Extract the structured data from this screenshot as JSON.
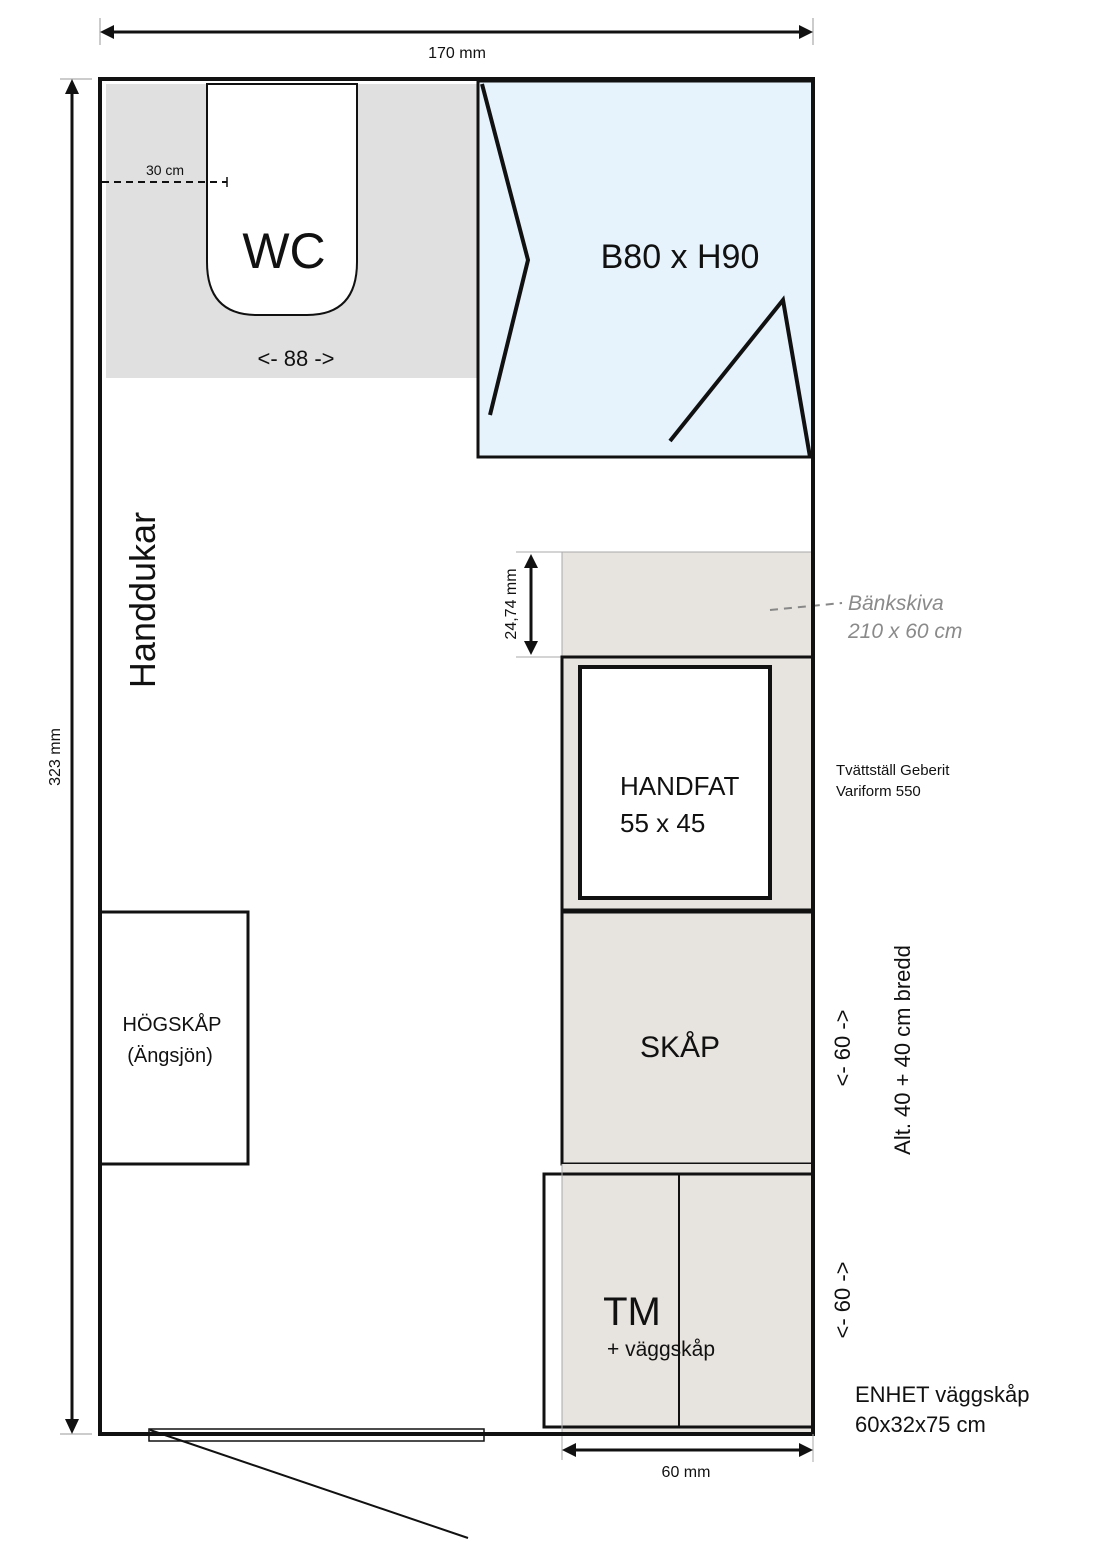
{
  "title": "Badrum planritning",
  "dimensions": {
    "width_top": "170 mm",
    "height_left": "323 mm",
    "counter_depth": "24,74 mm",
    "cabinet_width_bottom": "60 mm",
    "wc_wall_distance": "30 cm",
    "wc_width": "<- 88 ->",
    "skap_width": "<- 60 ->",
    "tm_width": "<- 60 ->"
  },
  "labels": {
    "wc": "WC",
    "shower": "B80 x H90",
    "towels": "Handdukar",
    "counter_name": "Bänkskiva",
    "counter_size": "210 x 60 cm",
    "sink_name": "HANDFAT",
    "sink_size": "55 x 45",
    "sink_model_line1": "Tvättställ Geberit",
    "sink_model_line2": "Variform 550",
    "tall_cabinet_line1": "HÖGSKÅP",
    "tall_cabinet_line2": "(Ängsjön)",
    "cabinet": "SKÅP",
    "cabinet_alt": "Alt. 40 + 40 cm bredd",
    "tm": "TM",
    "tm_extra": "+  väggskåp",
    "wall_unit_line1": "ENHET väggskåp",
    "wall_unit_line2": "60x32x75 cm"
  },
  "colors": {
    "wc_area": "#e0e0e0",
    "shower": "#e6f2fc",
    "cabinet": "#e7e3de"
  }
}
